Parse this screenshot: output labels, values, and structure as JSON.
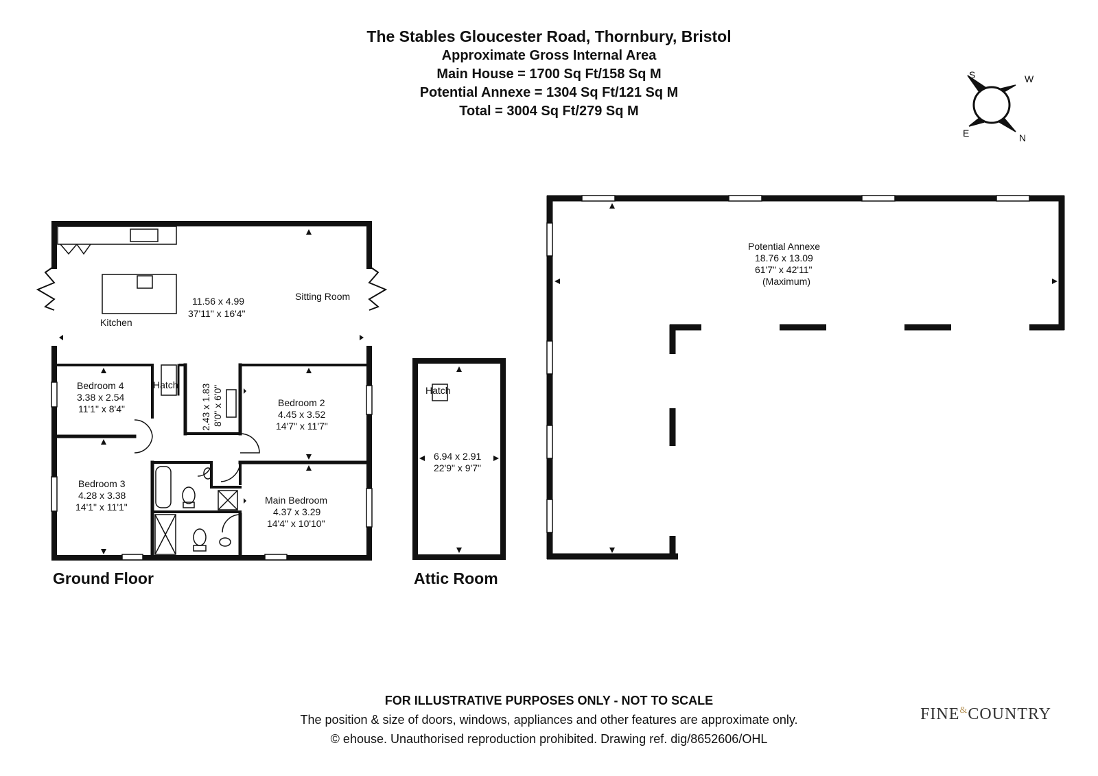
{
  "header": {
    "title": "The Stables Gloucester Road, Thornbury, Bristol",
    "subtitle": "Approximate Gross Internal Area",
    "main_house": "Main House = 1700 Sq Ft/158 Sq M",
    "annexe": "Potential Annexe = 1304 Sq Ft/121 Sq M",
    "total": "Total = 3004 Sq Ft/279 Sq M"
  },
  "compass": {
    "s": "S",
    "w": "W",
    "e": "E",
    "n": "N"
  },
  "ground_floor": {
    "label": "Ground Floor",
    "open_plan": {
      "metric": "11.56 x 4.99",
      "imperial": "37'11\" x 16'4\""
    },
    "kitchen": "Kitchen",
    "sitting_room": "Sitting Room",
    "hatch": "Hatch",
    "bedroom4": {
      "name": "Bedroom 4",
      "metric": "3.38 x 2.54",
      "imperial": "11'1\" x 8'4\""
    },
    "bedroom3": {
      "name": "Bedroom 3",
      "metric": "4.28 x 3.38",
      "imperial": "14'1\" x 11'1\""
    },
    "bedroom2": {
      "name": "Bedroom 2",
      "metric": "4.45 x 3.52",
      "imperial": "14'7\" x 11'7\""
    },
    "main_bedroom": {
      "name": "Main Bedroom",
      "metric": "4.37 x 3.29",
      "imperial": "14'4\" x 10'10\""
    },
    "utility": {
      "metric": "2.43 x 1.83",
      "imperial": "8'0\" x 6'0\""
    }
  },
  "attic": {
    "label": "Attic Room",
    "hatch": "Hatch",
    "metric": "6.94 x 2.91",
    "imperial": "22'9\" x 9'7\""
  },
  "annexe_plan": {
    "name": "Potential Annexe",
    "metric": "18.76 x 13.09",
    "imperial": "61'7\" x 42'11\"",
    "note": "(Maximum)"
  },
  "footer": {
    "line1": "FOR ILLUSTRATIVE PURPOSES ONLY - NOT TO SCALE",
    "line2": "The position & size of doors, windows, appliances and other features are approximate only.",
    "line3": "© ehouse. Unauthorised reproduction prohibited. Drawing ref. dig/8652606/OHL"
  },
  "brand": {
    "fine": "FINE",
    "amp": "&",
    "country": "COUNTRY"
  }
}
